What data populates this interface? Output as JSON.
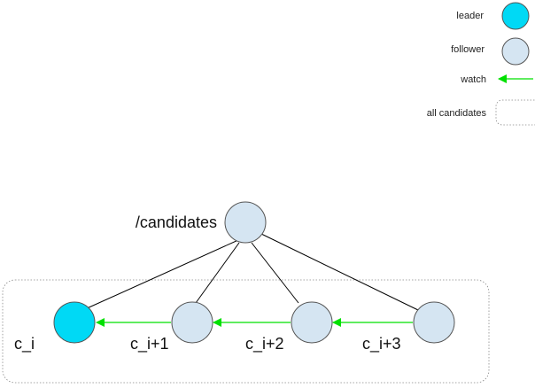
{
  "colors": {
    "leader": "#00d9f5",
    "follower": "#d5e5f2",
    "node_stroke": "#555555",
    "watch_arrow": "#00e000",
    "edge": "#000000",
    "group_border": "#888888"
  },
  "legend": {
    "leader_label": "leader",
    "follower_label": "follower",
    "watch_label": "watch",
    "all_candidates_label": "all candidates"
  },
  "graph": {
    "root_label": "/candidates",
    "nodes": [
      {
        "label": "c_i",
        "role": "leader"
      },
      {
        "label": "c_i+1",
        "role": "follower"
      },
      {
        "label": "c_i+2",
        "role": "follower"
      },
      {
        "label": "c_i+3",
        "role": "follower"
      }
    ],
    "watch_edges": [
      {
        "from": "c_i+1",
        "to": "c_i"
      },
      {
        "from": "c_i+2",
        "to": "c_i+1"
      },
      {
        "from": "c_i+3",
        "to": "c_i+2"
      }
    ]
  }
}
